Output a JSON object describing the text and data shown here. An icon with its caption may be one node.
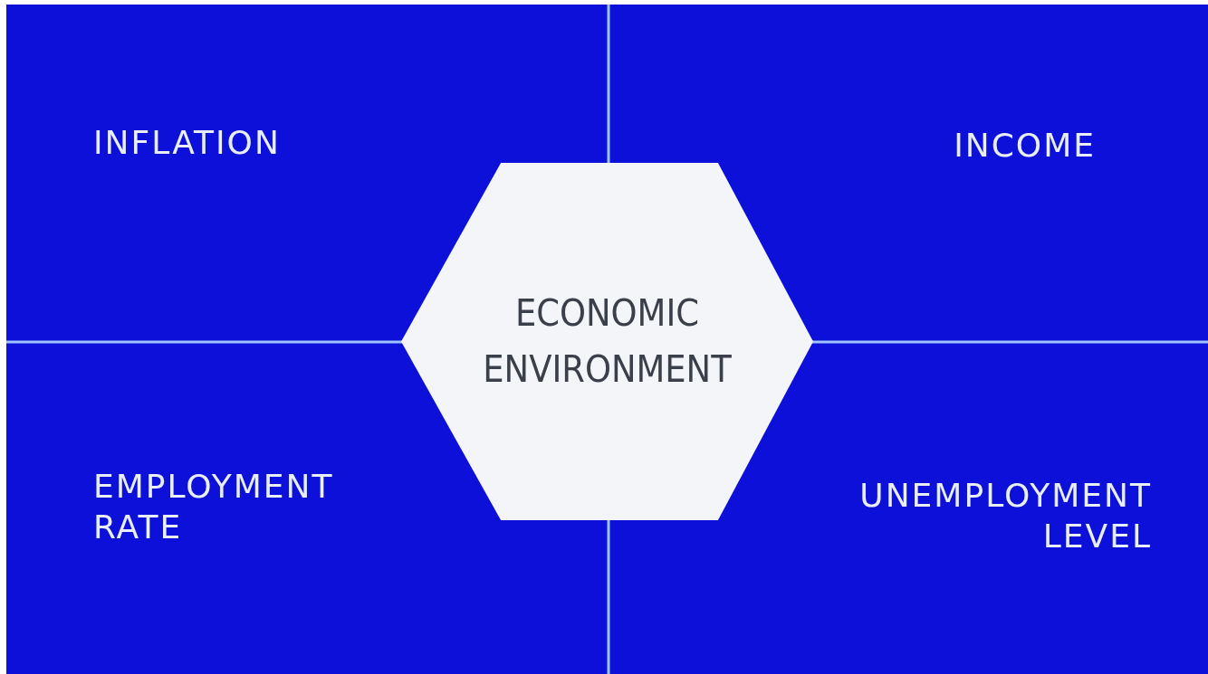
{
  "diagram": {
    "nodes": [
      {
        "text": [
          "ECONOMIC ENVIRONMENT"
        ]
      }
    ],
    "edges": [],
    "labels": [
      "INFLATION",
      "INCOME",
      "EMPLOYMENT RATE",
      "UNEMPLOYMENT LEVEL"
    ]
  }
}
